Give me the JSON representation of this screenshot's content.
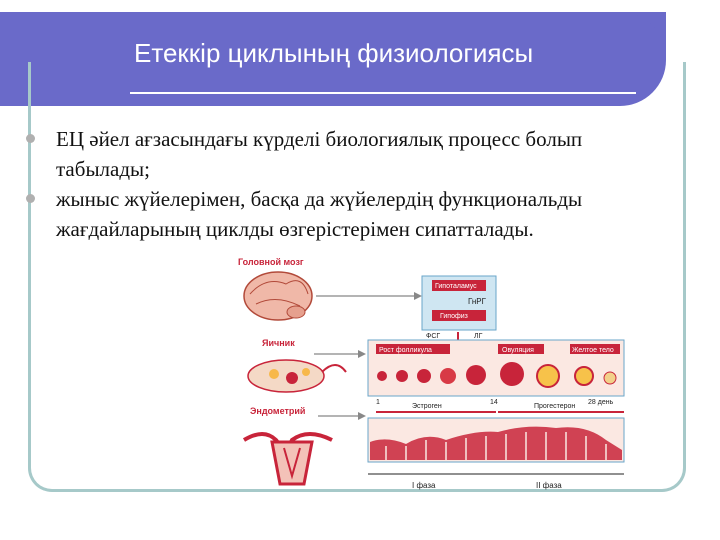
{
  "slide": {
    "title": "Етеккір циклының физиологиясы",
    "bullets": [
      "ЕЦ әйел ағзасындағы күрделі биологиялық процесс болып табылады;",
      "жыныс жүйелерімен, басқа да жүйелердің функциональды жағдайларының циклды өзгерістерімен сипатталады."
    ]
  },
  "figure": {
    "labels": {
      "brain": "Головной мозг",
      "hypothalamus": "Гипоталамус",
      "girg": "ГнРГ",
      "pituitary": "Гипофиз",
      "fsh": "ФСГ",
      "lh": "ЛГ",
      "ovary": "Яичник",
      "follicle": "Рост фолликула",
      "ovulation": "Овуляция",
      "corpus_luteum": "Желтое тело",
      "estrogens": "Эстроген",
      "progesterone": "Прогестерон",
      "endometrium": "Эндометрий",
      "phase1": "I фаза",
      "phase2": "II фаза",
      "day1": "1",
      "day14": "14",
      "day28": "28 день"
    }
  },
  "colors": {
    "title_bar": "#6a6ac9",
    "frame": "#a6c9c9",
    "tissue": "#c8243a"
  }
}
